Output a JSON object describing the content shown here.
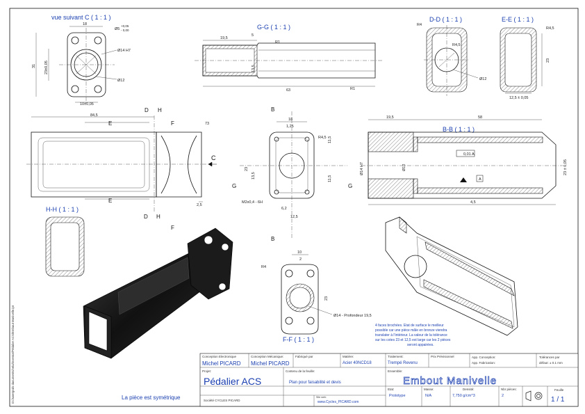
{
  "views": {
    "c_label": "vue suivant  C ( 1 : 1 )",
    "gg_label": "G-G ( 1 : 1 )",
    "dd_label": "D-D ( 1 : 1 )",
    "ee_label": "E-E ( 1 : 1 )",
    "bb_label": "B-B ( 1 : 1 )",
    "hh_label": "H-H ( 1 : 1 )",
    "ff_label": "F-F ( 1 : 1 )",
    "symmetric_note": "La pièce est symétrique",
    "side_path": "D:/Jusergrols documents/velo/inventor/Pédalier ACS/Embout Manivelle.ipt",
    "surface_note": [
      "4 faces brochées. Etat de surface le meilleur",
      "possible car une pièce mâle en bronze viendra",
      "translater à l'intérieur. La valeur de la tolérance",
      "sur les cotes 23 et 12,5 est large car les 2 pièces",
      "seront appairées."
    ]
  },
  "dims": {
    "c_w": "18",
    "c_dia": "Ø5",
    "c_tol_up": "+0,05",
    "c_tol_dn": "- 0,00",
    "c_h": "31",
    "c_h2": "23±0,05",
    "c_d14": "Ø14 H7",
    "c_d12": "Ø12",
    "c_w2": "10±0,05",
    "gg_a": "19,5",
    "gg_b": "5",
    "gg_r": "R1",
    "gg_h": "13,5",
    "gg_l": "63",
    "gg_r2": "R1",
    "dd_r4": "R4",
    "dd_r45": "R4,5",
    "dd_d12": "Ø12",
    "ee_r45": "R4,5",
    "ee_h": "23",
    "ee_w": "12,5 ± 0,05",
    "top_l": "84,5",
    "top_73": "73",
    "mid_18": "18",
    "mid_125": "1,25",
    "mid_r45": "R4,5",
    "mid_h": "23",
    "mid_115": "11,5",
    "mid_135": "13,5",
    "mid_115b": "11,5",
    "mid_thread": "M2x0,4 - 6H",
    "mid_62": "6,2",
    "mid_125b": "12,5",
    "bb_195": "19,5",
    "bb_58": "58",
    "bb_tol": "0,01",
    "bb_ref": "A",
    "bb_d14": "Ø14 H7",
    "bb_d12": "Ø12",
    "bb_23": "23 ± 0,05",
    "bb_45": "4,5",
    "top_25": "2,5",
    "ff_10": "10",
    "ff_2": "2",
    "ff_r4": "R4",
    "ff_23": "23",
    "ff_d14": "Ø14 - Profondeur 19,5"
  },
  "letters": [
    "B",
    "D",
    "E",
    "H",
    "F",
    "C",
    "G",
    "A"
  ],
  "title_block": {
    "c_elec_label": "Conception Electronique",
    "c_elec": "Michel PICARD",
    "c_meca_label": "Conception Mécanique:",
    "c_meca": "Michel PICARD",
    "fab_label": "Fabriqué par",
    "mat_label": "Matière:",
    "mat": "Acier 40NCD18",
    "trait_label": "Traitement:",
    "trait": "Trempé Revenu",
    "prev_label": "Prix Prévisionnel",
    "app_c": "App. Conception:",
    "app_f": "App. Fabrication:",
    "tol_label": "Tolérances par",
    "tol_val": "défaut: ± 0.1 mm",
    "proj_label": "Projet:",
    "proj": "Pédalier ACS",
    "cont_label": "Contenu de la feuille:",
    "cont": "Plan pour faisabilité et devis",
    "ens_label": "Ensemble:",
    "ens": "Embout Manivelle",
    "etat_label": "Etat:",
    "etat": "Prototype",
    "masse_label": "Masse:",
    "masse": "N/A",
    "dens_label": "Densité:",
    "dens": "7,750 g/cm^3",
    "nb_label": "Nbr pièces:",
    "nb": "2",
    "feuille_label": "Feuille",
    "feuille": "1 / 1",
    "societe": "Société CYCLES PICARD",
    "web_label": "Site web:",
    "web": "www.Cycles_PICARD.com"
  },
  "colors": {
    "accent": "#1a3fb0",
    "line": "#111111"
  }
}
